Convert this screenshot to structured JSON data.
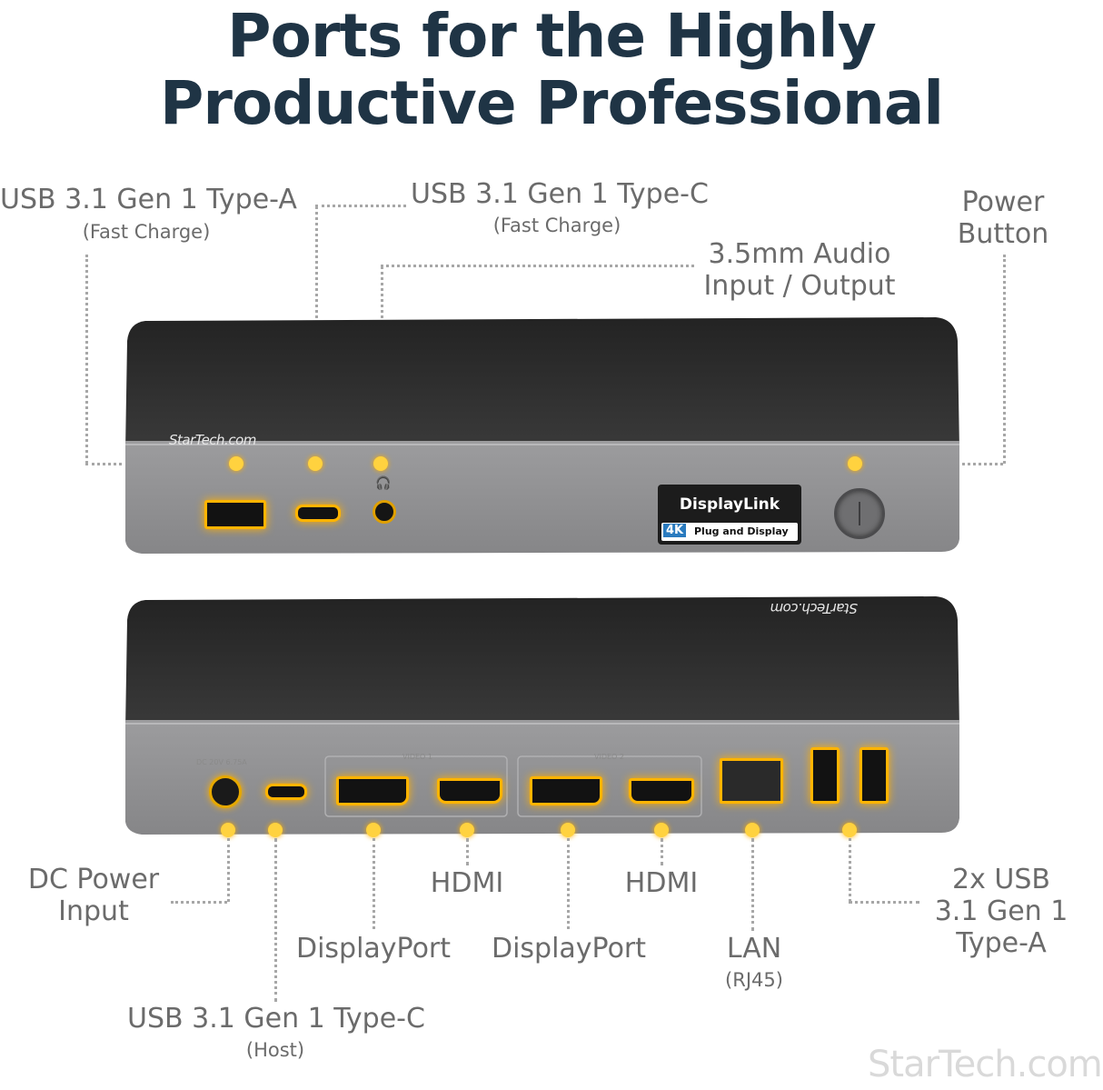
{
  "title": {
    "line1": "Ports for the Highly",
    "line2": "Productive Professional"
  },
  "colors": {
    "title": "#1f3445",
    "label": "#6b6b6b",
    "port_glow": "#ffb400",
    "device_top": "#2b2b2b",
    "device_body": "#8d8d8f"
  },
  "front_labels": {
    "usb_a": "USB 3.1 Gen 1 Type-A",
    "usb_a_sub": "(Fast Charge)",
    "usb_c": "USB 3.1 Gen 1 Type-C",
    "usb_c_sub": "(Fast Charge)",
    "audio_line1": "3.5mm Audio",
    "audio_line2": "Input / Output",
    "power_line1": "Power",
    "power_line2": "Button"
  },
  "rear_labels": {
    "dc_line1": "DC Power",
    "dc_line2": "Input",
    "usbc_host": "USB 3.1 Gen 1 Type-C",
    "usbc_host_sub": "(Host)",
    "dp1": "DisplayPort",
    "hdmi1": "HDMI",
    "dp2": "DisplayPort",
    "hdmi2": "HDMI",
    "lan": "LAN",
    "lan_sub": "(RJ45)",
    "usba_line1": "2x USB",
    "usba_line2": "3.1 Gen 1",
    "usba_line3": "Type-A"
  },
  "device": {
    "brand_front": "StarTech.com",
    "brand_rear": "StarTech.com",
    "badge_name": "DisplayLink",
    "badge_res": "4K",
    "badge_tagline": "Plug and Display",
    "dc_rating": "DC 20V 6.75A",
    "video1": "VIDEO 1",
    "video2": "VIDEO 2"
  },
  "watermark": "StarTech.com"
}
